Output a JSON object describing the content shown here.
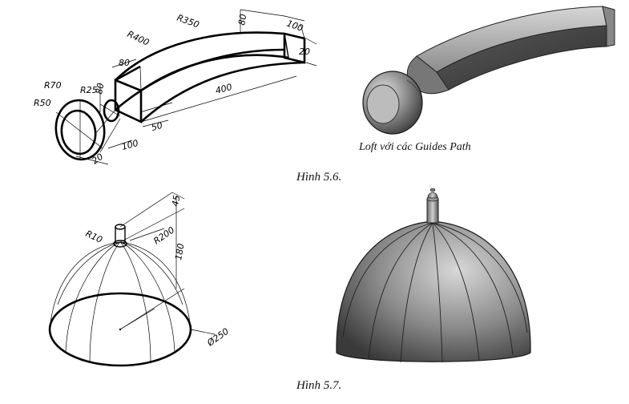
{
  "figure_5_6": {
    "caption": "Hình 5.6.",
    "render_caption": "Loft với các Guides Path",
    "dimensions": {
      "r70": "R70",
      "r50": "R50",
      "r25": "R25",
      "r400": "R400",
      "r350": "R350",
      "d80_left": "80",
      "d80_vert": "80",
      "d80_top": "80",
      "d100_top": "100",
      "d20_right": "20",
      "d400": "400",
      "d50": "50",
      "d100_bottom": "100",
      "d20_bottom": "20"
    }
  },
  "figure_5_7": {
    "caption": "Hình 5.7.",
    "dimensions": {
      "d45": "45",
      "r10": "R10",
      "r200": "R200",
      "d180": "180",
      "dia250": "Ø250"
    }
  },
  "colors": {
    "line": "#000000",
    "render_dark": "#3c3c3c",
    "render_mid": "#7a7a7a",
    "render_light": "#bdbdbd"
  }
}
